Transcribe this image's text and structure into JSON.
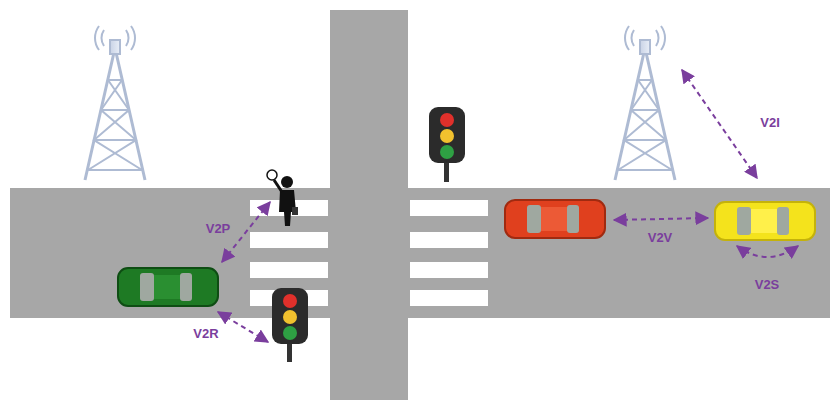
{
  "diagram": {
    "labels": [
      "V2I",
      "V2P",
      "V2V",
      "V2S",
      "V2R"
    ]
  }
}
